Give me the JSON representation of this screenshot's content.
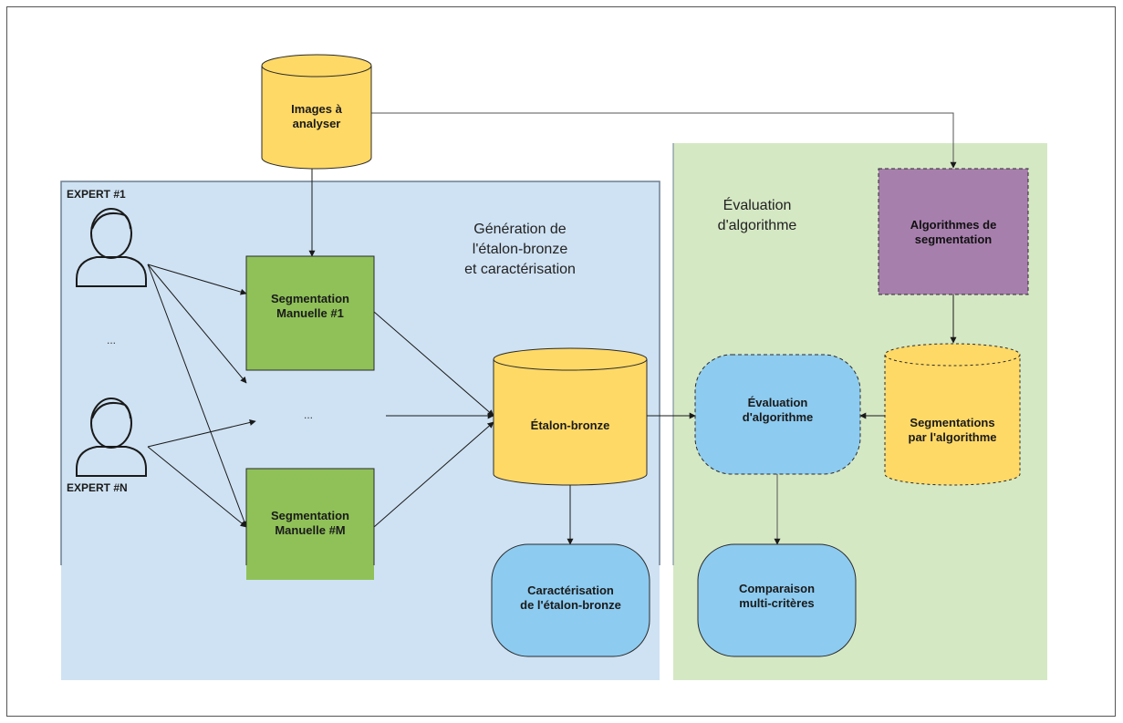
{
  "left_section": {
    "title": "Génération de\nl'étalon-bronze\net caractérisation",
    "expert_first": "EXPERT #1",
    "expert_last": "EXPERT #N",
    "expert_ellipsis": "...",
    "segmentation_ellipsis": "..."
  },
  "right_section": {
    "title": "Évaluation\nd'algorithme"
  },
  "nodes": {
    "images": "Images à\nanalyser",
    "seg_manual_1": "Segmentation\nManuelle #1",
    "seg_manual_m": "Segmentation\nManuelle #M",
    "etalon_bronze": "Étalon-bronze",
    "caracterisation": "Caractérisation\nde l'étalon-bronze",
    "algorithmes": "Algorithmes de\nsegmentation",
    "segmentations_algo": "Segmentations\npar l'algorithme",
    "evaluation": "Évaluation\nd'algorithme",
    "comparaison": "Comparaison\nmulti-critères"
  },
  "colors": {
    "left_bg": "#cfe2f3",
    "left_border": "#6d7f91",
    "right_bg": "#d5e8c4",
    "database": "#ffd966",
    "database_stroke": "#2b2b2b",
    "manual_seg": "#8fc158",
    "process": "#8dcbf0",
    "algorithm": "#a77fad",
    "line": "#1a1a1a"
  },
  "icons": {
    "expert": "person-icon"
  }
}
